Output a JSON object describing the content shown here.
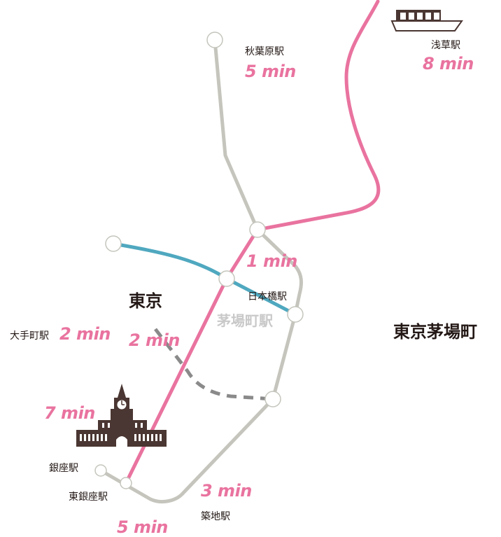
{
  "areas": {
    "tokyo": "東京",
    "kayabacho": "東京茅場町"
  },
  "stations": {
    "akihabara": "秋葉原駅",
    "asakusa": "浅草駅",
    "nihonbashi": "日本橋駅",
    "otemachi": "大手町駅",
    "ginza": "銀座駅",
    "higashi_ginza": "東銀座駅",
    "tsukiji": "築地駅"
  },
  "ghost_label": "茅場町駅",
  "times": {
    "akihabara": "5 min",
    "asakusa": "8 min",
    "nihonbashi": "1 min",
    "tokyo": "2 min",
    "otemachi": "2 min",
    "tokyo_building": "7 min",
    "tsukiji": "3 min",
    "higashi_ginza": "5 min"
  },
  "colors": {
    "asakusa_line": "#e9739f",
    "hibiya_line": "#c5c5bd",
    "tozai_line": "#4fa8bf",
    "walking_route": "#8a8a8a",
    "time_text": "#e9739f",
    "illustration": "#4a3632"
  },
  "icons": [
    "boat-icon",
    "clock-tower-building-icon"
  ]
}
